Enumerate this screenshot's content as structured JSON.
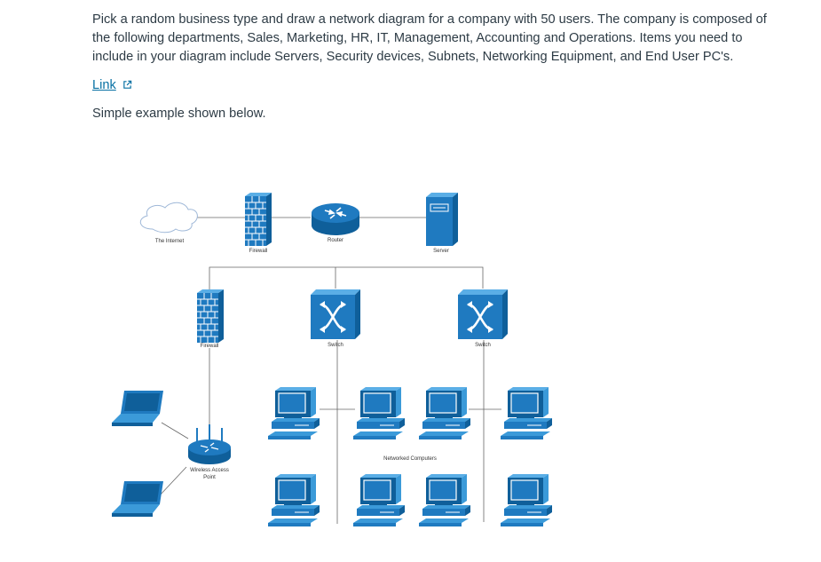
{
  "assignment": {
    "text": "Pick a random business type and draw a network diagram for a company with 50 users. The company is composed of the following departments, Sales, Marketing, HR, IT, Management, Accounting and Operations. Items you need to include in your diagram include Servers, Security devices, Subnets, Networking Equipment, and End User PC's.",
    "link_label": "Link",
    "caption": "Simple example shown below."
  },
  "diagram": {
    "labels": {
      "internet": "The Internet",
      "firewall_top": "Firewall",
      "router": "Router",
      "server": "Server",
      "firewall_mid": "Firewall",
      "switch_1": "Switch",
      "switch_2": "Switch",
      "wap_line1": "Wireless Access",
      "wap_line2": "Point",
      "networked": "Networked Computers"
    },
    "colors": {
      "device": "#1f7ac0",
      "device_dark": "#0f5f9a",
      "device_light": "#3b9ad9",
      "line": "#666666",
      "cloud": "#9fb8d8",
      "link": "#0770a3"
    },
    "icons": [
      "cloud-icon",
      "firewall-icon",
      "router-icon",
      "server-icon",
      "switch-icon",
      "laptop-icon",
      "wireless-access-point-icon",
      "desktop-computer-icon"
    ]
  }
}
